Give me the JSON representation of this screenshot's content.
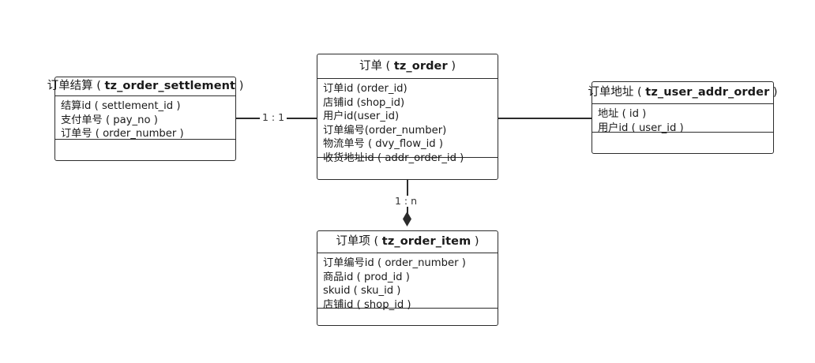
{
  "diagram": {
    "type": "er-diagram",
    "background": "#ffffff",
    "line_color": "#2b2b2b",
    "text_color": "#1a1a1a"
  },
  "entities": [
    {
      "id": "order_settlement",
      "title_cn": "订单结算",
      "title_latin": "tz_order_settlement",
      "attributes": [
        "结算id ( settlement_id )",
        "支付单号 ( pay_no )",
        "订单号 ( order_number )"
      ]
    },
    {
      "id": "order",
      "title_cn": "订单",
      "title_latin": "tz_order",
      "attributes": [
        "订单id (order_id)",
        "店铺id (shop_id)",
        "用户id(user_id)",
        "订单编号(order_number)",
        "物流单号 ( dvy_flow_id )",
        "收货地址id ( addr_order_id )"
      ]
    },
    {
      "id": "user_addr_order",
      "title_cn": "订单地址",
      "title_latin": "tz_user_addr_order",
      "attributes": [
        "地址 ( id )",
        "用户id ( user_id )"
      ]
    },
    {
      "id": "order_item",
      "title_cn": "订单项",
      "title_latin": "tz_order_item",
      "attributes": [
        "订单编号id ( order_number )",
        "商品id ( prod_id )",
        "skuid ( sku_id )",
        "店铺id ( shop_id )"
      ]
    }
  ],
  "relationships": [
    {
      "id": "settlement-to-order",
      "label": "1 : 1",
      "from": "order_settlement",
      "to": "order"
    },
    {
      "id": "order-to-addr",
      "label": "",
      "from": "order",
      "to": "user_addr_order"
    },
    {
      "id": "order-to-item",
      "label": "1 : n",
      "from": "order",
      "to": "order_item",
      "marker": "filled-diamond"
    }
  ]
}
